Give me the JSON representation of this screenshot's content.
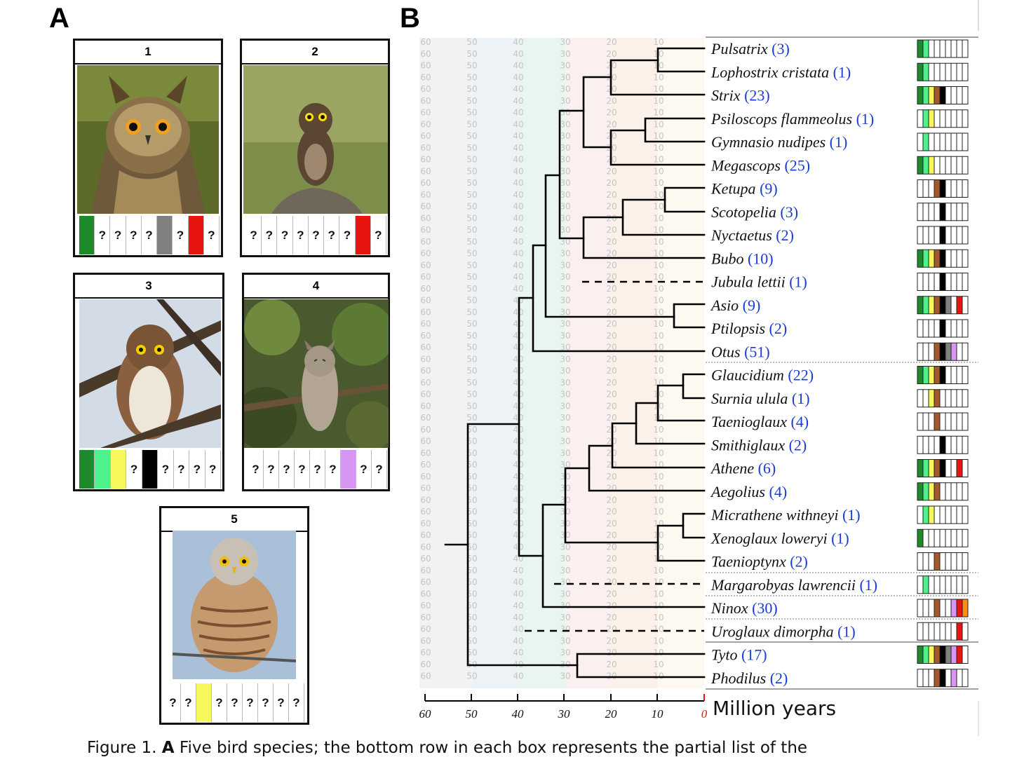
{
  "panel_a": {
    "label": "A",
    "cards": [
      {
        "number": "1",
        "traits": [
          "#1f8a2c",
          "?",
          "?",
          "?",
          "?",
          "#808080",
          "?",
          "#e8140f",
          "?"
        ]
      },
      {
        "number": "2",
        "traits": [
          "?",
          "?",
          "?",
          "?",
          "?",
          "?",
          "?",
          "#e8140f",
          "?"
        ]
      },
      {
        "number": "3",
        "traits": [
          "#1f8a2c",
          "#4df28c",
          "#f6f75a",
          "?",
          "#000000",
          "?",
          "?",
          "?",
          "?"
        ]
      },
      {
        "number": "4",
        "traits": [
          "?",
          "?",
          "?",
          "?",
          "?",
          "?",
          "#d896f2",
          "?",
          "?"
        ]
      },
      {
        "number": "5",
        "traits": [
          "?",
          "?",
          "#f6f75a",
          "?",
          "?",
          "?",
          "?",
          "?",
          "?"
        ]
      }
    ]
  },
  "panel_b": {
    "label": "B",
    "axis_ticks": [
      "60",
      "50",
      "40",
      "30",
      "20",
      "10",
      "0"
    ],
    "axis_label": "Million years",
    "band_ages": [
      "60",
      "50",
      "40",
      "30",
      "20",
      "10"
    ],
    "taxa": [
      {
        "name": "Pulsatrix",
        "count": "(3)"
      },
      {
        "name": "Lophostrix cristata",
        "count": "(1)"
      },
      {
        "name": "Strix",
        "count": "(23)"
      },
      {
        "name": "Psiloscops flammeolus",
        "count": "(1)"
      },
      {
        "name": "Gymnasio nudipes",
        "count": "(1)"
      },
      {
        "name": "Megascops",
        "count": "(25)"
      },
      {
        "name": "Ketupa",
        "count": "(9)"
      },
      {
        "name": "Scotopelia",
        "count": "(3)"
      },
      {
        "name": "Nyctaetus",
        "count": "(2)"
      },
      {
        "name": "Bubo",
        "count": "(10)"
      },
      {
        "name": "Jubula lettii",
        "count": "(1)"
      },
      {
        "name": "Asio",
        "count": "(9)"
      },
      {
        "name": "Ptilopsis",
        "count": "(2)"
      },
      {
        "name": "Otus",
        "count": "(51)"
      },
      {
        "name": "Glaucidium",
        "count": "(22)"
      },
      {
        "name": "Surnia ulula",
        "count": "(1)"
      },
      {
        "name": "Taenioglaux",
        "count": "(4)"
      },
      {
        "name": "Smithiglaux",
        "count": "(2)"
      },
      {
        "name": "Athene",
        "count": "(6)"
      },
      {
        "name": "Aegolius",
        "count": "(4)"
      },
      {
        "name": "Micrathene withneyi",
        "count": "(1)"
      },
      {
        "name": "Xenoglaux loweryi",
        "count": "(1)"
      },
      {
        "name": "Taenioptynx",
        "count": "(2)"
      },
      {
        "name": "Margarobyas lawrencii",
        "count": "(1)"
      },
      {
        "name": "Ninox",
        "count": "(30)"
      },
      {
        "name": "Uroglaux dimorpha",
        "count": "(1)"
      },
      {
        "name": "Tyto",
        "count": "(17)"
      },
      {
        "name": "Phodilus",
        "count": "(2)"
      }
    ],
    "trait_palette": [
      "#1f8a2c",
      "#4df28c",
      "#f6f75a",
      "#a3592a",
      "#000000",
      "#808080",
      "#d896f2",
      "#e8140f",
      "#ff8c1a"
    ],
    "trait_presence": [
      [
        1,
        1,
        0,
        0,
        0,
        0,
        0,
        0,
        0
      ],
      [
        1,
        1,
        0,
        0,
        0,
        0,
        0,
        0,
        0
      ],
      [
        1,
        1,
        1,
        1,
        1,
        0,
        0,
        0,
        0
      ],
      [
        0,
        1,
        1,
        0,
        0,
        0,
        0,
        0,
        0
      ],
      [
        0,
        1,
        0,
        0,
        0,
        0,
        0,
        0,
        0
      ],
      [
        1,
        1,
        1,
        0,
        0,
        0,
        0,
        0,
        0
      ],
      [
        0,
        0,
        0,
        1,
        1,
        0,
        0,
        0,
        0
      ],
      [
        0,
        0,
        0,
        0,
        1,
        0,
        0,
        0,
        0
      ],
      [
        0,
        0,
        0,
        0,
        1,
        0,
        0,
        0,
        0
      ],
      [
        1,
        1,
        1,
        1,
        1,
        0,
        0,
        0,
        0
      ],
      [
        0,
        0,
        0,
        0,
        1,
        0,
        0,
        0,
        0
      ],
      [
        1,
        1,
        1,
        1,
        1,
        1,
        0,
        1,
        0
      ],
      [
        0,
        0,
        0,
        0,
        1,
        0,
        0,
        0,
        0
      ],
      [
        0,
        0,
        0,
        1,
        1,
        1,
        1,
        0,
        0
      ],
      [
        1,
        1,
        1,
        1,
        1,
        0,
        0,
        0,
        0
      ],
      [
        0,
        0,
        1,
        1,
        0,
        0,
        0,
        0,
        0
      ],
      [
        0,
        0,
        0,
        1,
        0,
        0,
        0,
        0,
        0
      ],
      [
        0,
        0,
        0,
        0,
        1,
        0,
        0,
        0,
        0
      ],
      [
        1,
        1,
        1,
        1,
        1,
        0,
        0,
        1,
        0
      ],
      [
        1,
        1,
        1,
        1,
        0,
        0,
        0,
        0,
        0
      ],
      [
        0,
        1,
        1,
        0,
        0,
        0,
        0,
        0,
        0
      ],
      [
        1,
        0,
        0,
        0,
        0,
        0,
        0,
        0,
        0
      ],
      [
        0,
        0,
        0,
        1,
        0,
        0,
        0,
        0,
        0
      ],
      [
        0,
        1,
        0,
        0,
        0,
        0,
        0,
        0,
        0
      ],
      [
        0,
        0,
        0,
        1,
        0,
        0,
        1,
        1,
        1
      ],
      [
        0,
        0,
        0,
        0,
        0,
        0,
        0,
        1,
        0
      ],
      [
        1,
        1,
        1,
        1,
        1,
        1,
        1,
        1,
        0
      ],
      [
        0,
        0,
        0,
        1,
        1,
        0,
        1,
        0,
        0
      ]
    ]
  },
  "caption": {
    "prefix": "Figure 1.",
    "bold": "A",
    "text": "Five bird species; the bottom row in each box represents the partial list of the"
  }
}
